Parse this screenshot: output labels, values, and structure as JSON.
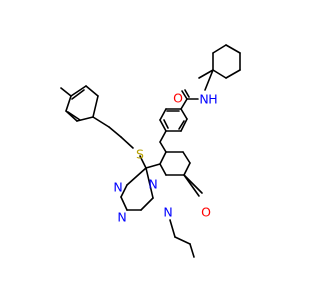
{
  "molecule": {
    "labels": {
      "amide_n": "N",
      "amide_h": "H",
      "amide_o": "O",
      "thio_s": "S",
      "tri_n1": "N",
      "tri_n2": "N",
      "tri_n3": "N",
      "ring_o": "O",
      "ring_n": "N"
    },
    "colors": {
      "bond": "#000000",
      "nitrogen": "#0000ff",
      "oxygen": "#ff0000",
      "sulfur": "#b8a100"
    }
  }
}
